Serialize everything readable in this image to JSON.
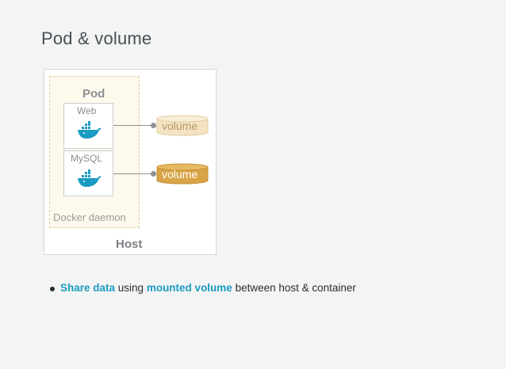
{
  "slide": {
    "title": "Pod & volume"
  },
  "diagram": {
    "host_label": "Host",
    "daemon_label": "Docker daemon",
    "pod_label": "Pod",
    "containers": [
      {
        "label": "Web"
      },
      {
        "label": "MySQL"
      }
    ],
    "volumes": [
      {
        "label": "volume",
        "fill": "#f3e3c3",
        "text_color": "#b59a66"
      },
      {
        "label": "volume",
        "fill": "#d9a447",
        "text_color": "#ffffff"
      }
    ],
    "whale_color": "#1a9bc2"
  },
  "bullet": {
    "part1": "Share data",
    "part2": " using ",
    "part3": "mounted volume",
    "part4": " between host & container"
  },
  "colors": {
    "accent": "#1a9bc2"
  }
}
